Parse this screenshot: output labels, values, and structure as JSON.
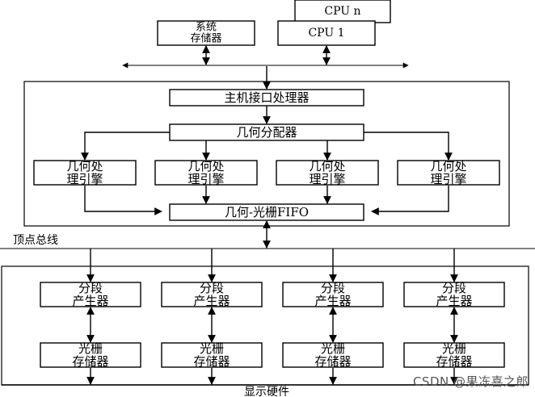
{
  "diagram": {
    "cpu_n": "CPU n",
    "cpu_1": "CPU 1",
    "system_memory": [
      "系统",
      "存储器"
    ],
    "host_interface": "主机接口处理器",
    "geometry_distributor": "几何分配器",
    "geometry_engines": [
      [
        "几何处",
        "理引擎"
      ],
      [
        "几何处",
        "理引擎"
      ],
      [
        "几何处",
        "理引擎"
      ],
      [
        "几何处",
        "理引擎"
      ]
    ],
    "geometry_raster_fifo": "几何-光栅FIFO",
    "vertex_bus": "顶点总线",
    "fragment_generators": [
      [
        "分段",
        "产生器"
      ],
      [
        "分段",
        "产生器"
      ],
      [
        "分段",
        "产生器"
      ],
      [
        "分段",
        "产生器"
      ]
    ],
    "raster_memories": [
      [
        "光栅",
        "存储器"
      ],
      [
        "光栅",
        "存储器"
      ],
      [
        "光栅",
        "存储器"
      ],
      [
        "光栅",
        "存储器"
      ]
    ],
    "display_hardware": "显示硬件",
    "watermark": "CSDN @果冻喜之郎"
  }
}
